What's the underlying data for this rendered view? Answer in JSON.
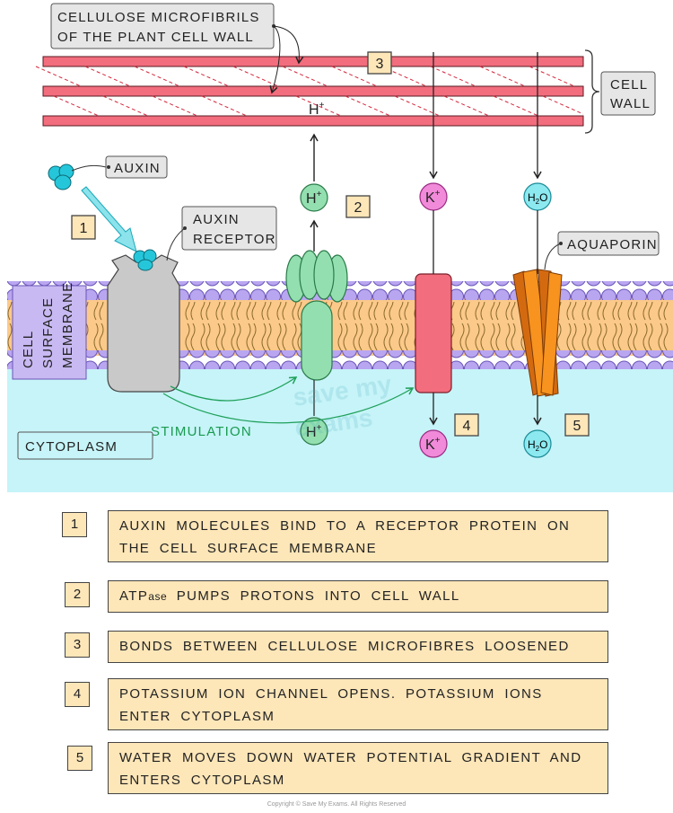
{
  "diagram": {
    "labels": {
      "cellulose": [
        "CELLULOSE MICROFIBRILS",
        "OF THE PLANT CELL WALL"
      ],
      "cell_wall": [
        "CELL",
        "WALL"
      ],
      "auxin": "AUXIN",
      "auxin_receptor": [
        "AUXIN",
        "RECEPTOR"
      ],
      "aquaporin": "AQUAPORIN",
      "cell_surface_membrane": [
        "CELL",
        "SURFACE",
        "MEMBRANE"
      ],
      "cytoplasm": "CYTOPLASM",
      "stimulation": "STIMULATION",
      "h_wall": "H",
      "h_top": "H",
      "h_bottom": "H",
      "k_top": "K",
      "k_bottom": "K",
      "h2o_top_h": "H",
      "h2o_top_2": "2",
      "h2o_top_o": "O",
      "h2o_bottom_h": "H",
      "h2o_bottom_2": "2",
      "h2o_bottom_o": "O",
      "plus": "+"
    },
    "markers": {
      "m1": "1",
      "m2": "2",
      "m3": "3",
      "m4": "4",
      "m5": "5"
    },
    "watermark": [
      "save my",
      "exams"
    ]
  },
  "steps": [
    {
      "num": "1",
      "text_lines": [
        "AUXIN MOLECULES BIND TO A RECEPTOR PROTEIN ON",
        "THE CELL SURFACE MEMBRANE"
      ]
    },
    {
      "num": "2",
      "text_prefix": "ATP",
      "text_small": "ase",
      "text_rest": " PUMPS PROTONS INTO CELL WALL"
    },
    {
      "num": "3",
      "text_lines": [
        "BONDS BETWEEN CELLULOSE MICROFIBRES LOOSENED"
      ]
    },
    {
      "num": "4",
      "text_lines": [
        "POTASSIUM ION CHANNEL OPENS. POTASSIUM IONS",
        "ENTER CYTOPLASM"
      ]
    },
    {
      "num": "5",
      "text_lines": [
        "WATER MOVES DOWN WATER POTENTIAL GRADIENT AND",
        "ENTERS CYTOPLASM"
      ]
    }
  ],
  "copyright": "Copyright © Save My Exams. All Rights Reserved",
  "colors": {
    "fibril": "#f26d7d",
    "cytoplasm": "#c6f4f8",
    "head": "#b9a6f0",
    "tail_band": "#fbc98a",
    "receptor": "#c9c9c9",
    "pump": "#93dfb0",
    "k_channel": "#f26d7d",
    "aquaporin": "#f7931e",
    "auxin": "#26c6da",
    "box_fill": "#fde6b8",
    "green_arrow": "#1fa05a"
  }
}
